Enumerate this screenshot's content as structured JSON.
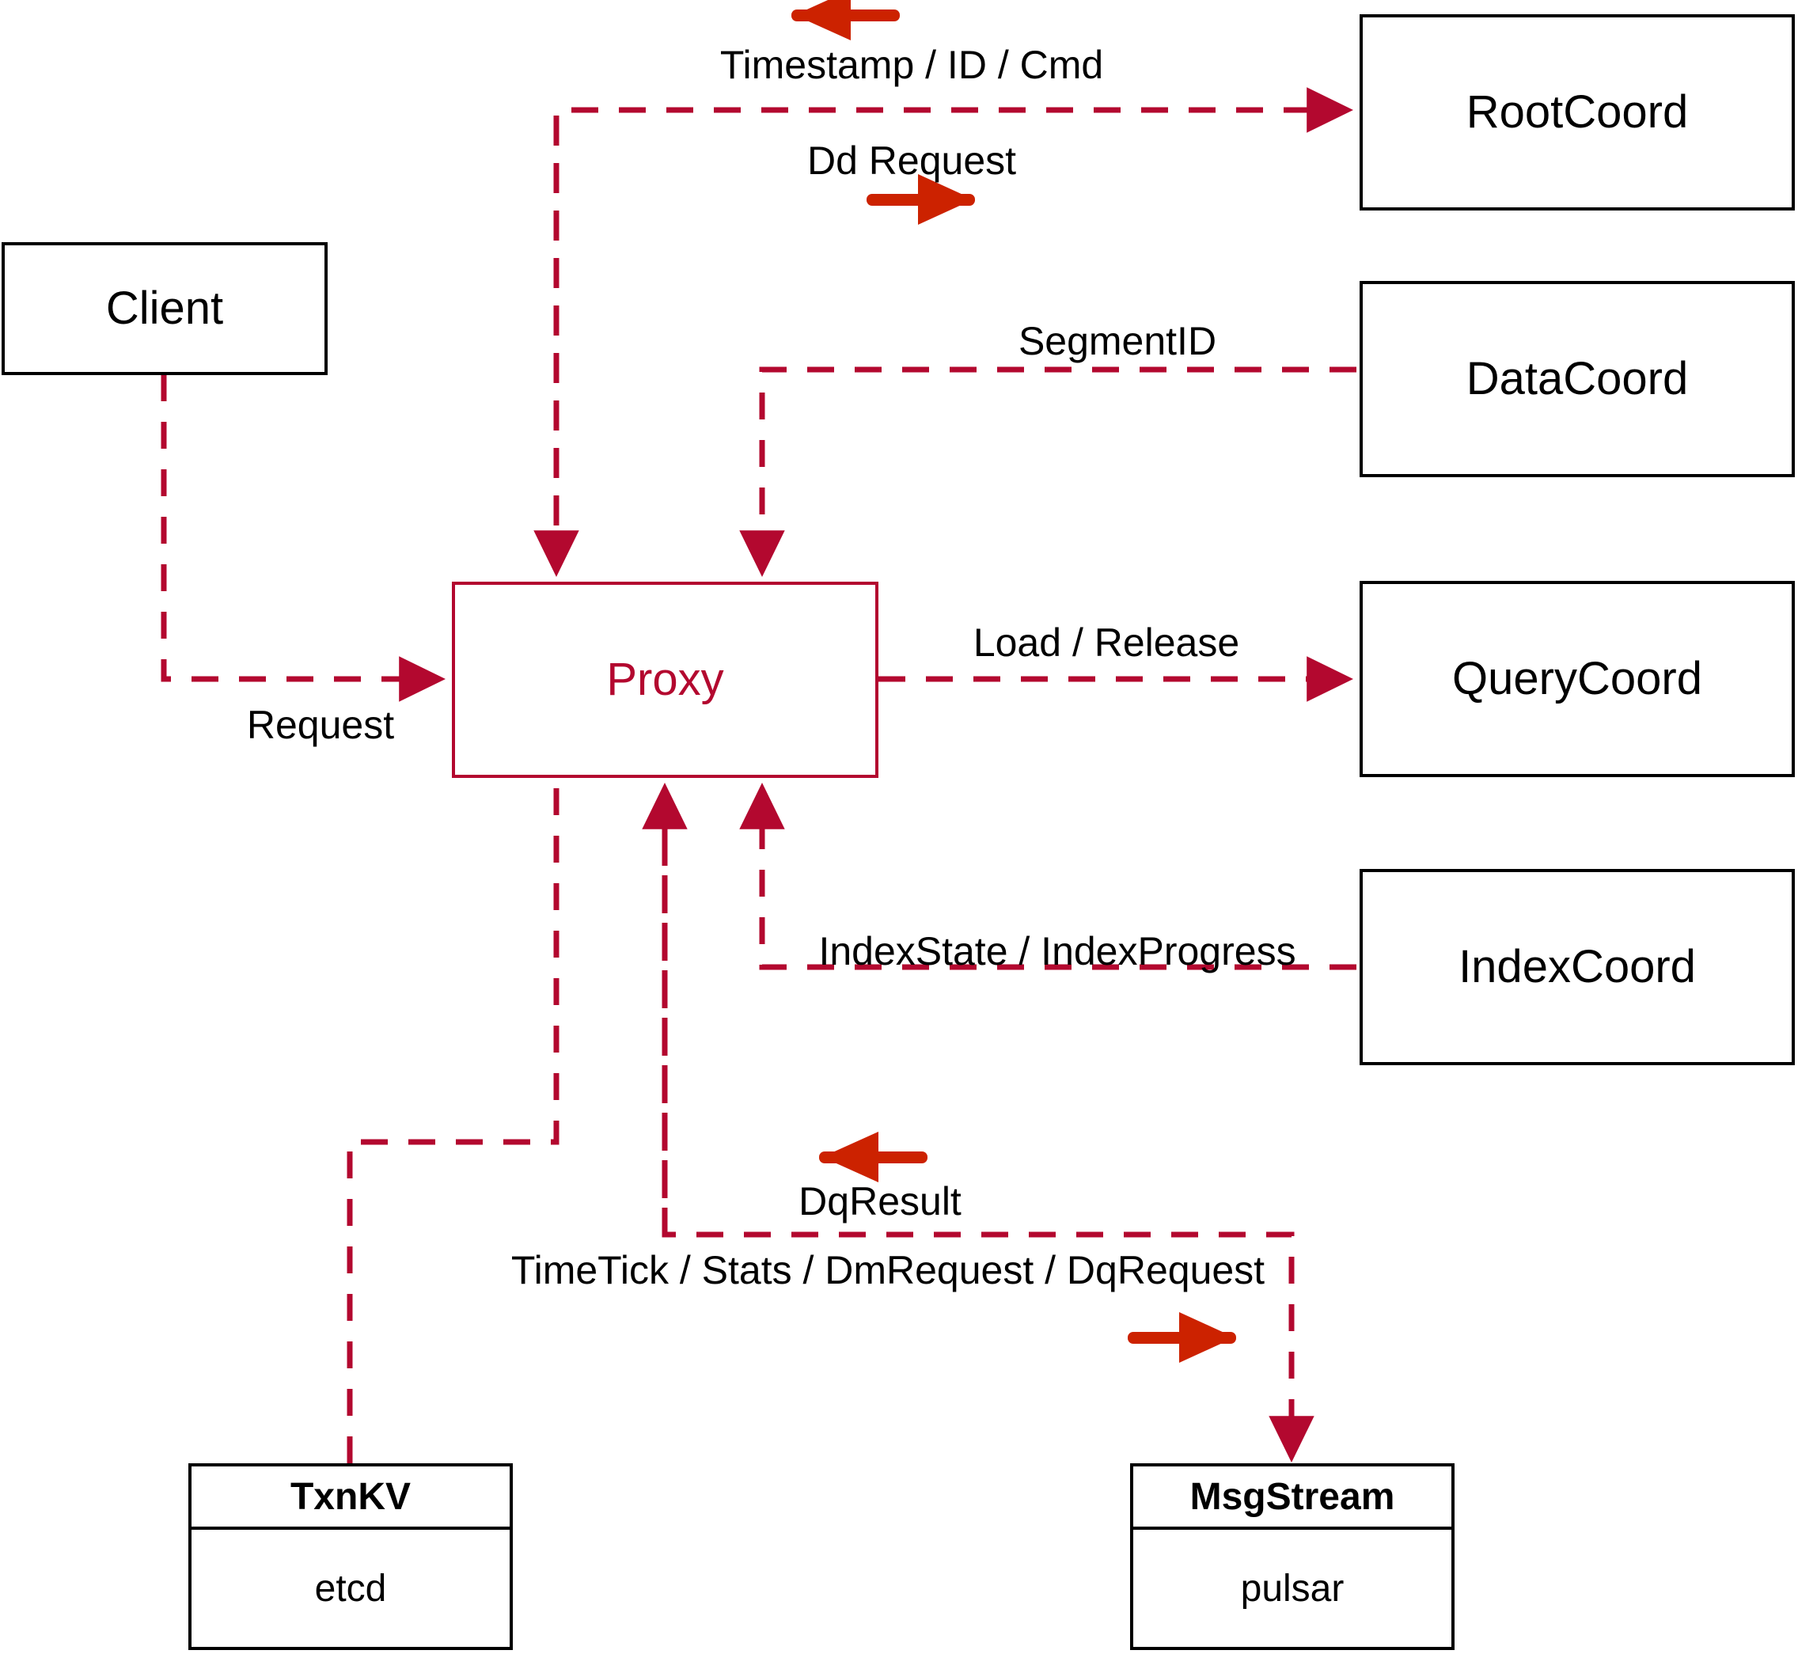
{
  "diagram": {
    "title": "Milvus Proxy interaction diagram",
    "colors": {
      "node_stroke": "#000000",
      "proxy_stroke": "#b3082f",
      "edge_dashed": "#b3082f",
      "annotation_arrow": "#cc2200",
      "background": "#ffffff",
      "text": "#000000"
    },
    "nodes": [
      {
        "id": "client",
        "label": "Client",
        "style": "plain"
      },
      {
        "id": "proxy",
        "label": "Proxy",
        "style": "highlight"
      },
      {
        "id": "rootcoord",
        "label": "RootCoord",
        "style": "plain"
      },
      {
        "id": "datacoord",
        "label": "DataCoord",
        "style": "plain"
      },
      {
        "id": "querycoord",
        "label": "QueryCoord",
        "style": "plain"
      },
      {
        "id": "indexcoord",
        "label": "IndexCoord",
        "style": "plain"
      },
      {
        "id": "txnkv",
        "label": "TxnKV",
        "impl": "etcd",
        "style": "stack"
      },
      {
        "id": "msgstream",
        "label": "MsgStream",
        "impl": "pulsar",
        "style": "stack"
      }
    ],
    "edges": [
      {
        "id": "client-request",
        "label": "Request",
        "from": "client",
        "to": "proxy"
      },
      {
        "id": "proxy-rootcoord",
        "label": "Dd Request",
        "from": "proxy",
        "to": "rootcoord"
      },
      {
        "id": "rootcoord-proxy",
        "label": "Timestamp / ID / Cmd",
        "from": "rootcoord",
        "to": "proxy"
      },
      {
        "id": "datacoord-proxy",
        "label": "SegmentID",
        "from": "datacoord",
        "to": "proxy"
      },
      {
        "id": "proxy-querycoord",
        "label": "Load / Release",
        "from": "proxy",
        "to": "querycoord"
      },
      {
        "id": "indexcoord-proxy",
        "label": "IndexState / IndexProgress",
        "from": "indexcoord",
        "to": "proxy"
      },
      {
        "id": "msgstream-proxy",
        "label": "DqResult",
        "from": "msgstream",
        "to": "proxy"
      },
      {
        "id": "proxy-msgstream",
        "label": "TimeTick / Stats / DmRequest / DqRequest",
        "from": "proxy",
        "to": "msgstream"
      },
      {
        "id": "proxy-txnkv",
        "label": "",
        "from": "proxy",
        "to": "txnkv"
      }
    ]
  }
}
